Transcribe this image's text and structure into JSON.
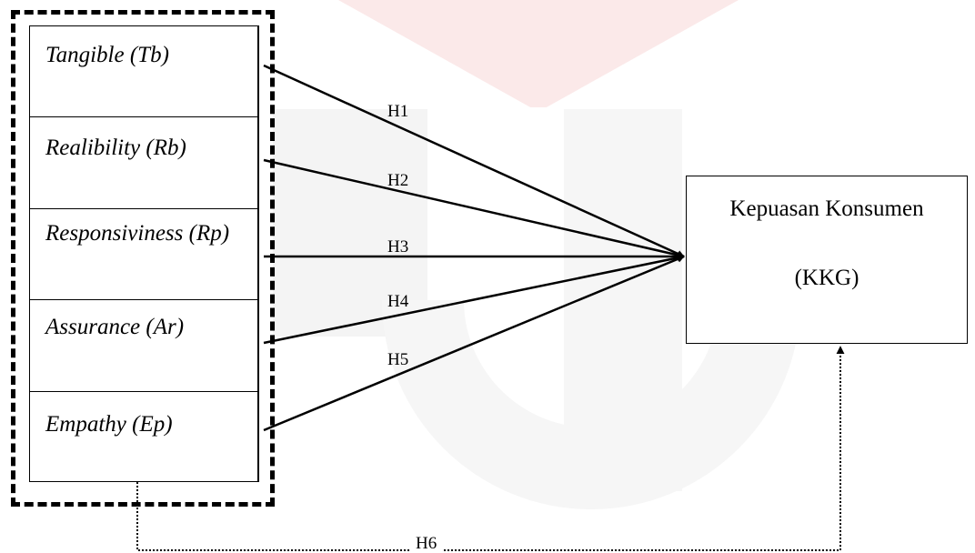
{
  "dimensions": [
    {
      "name": "Tangible (Tb)"
    },
    {
      "name": "Realibility (Rb)"
    },
    {
      "name": "Responsiviness (Rp)"
    },
    {
      "name": "Assurance (Ar)"
    },
    {
      "name": "Empathy (Ep)"
    }
  ],
  "outcome": {
    "title": "Kepuasan Konsumen",
    "code": "(KKG)"
  },
  "hypotheses": [
    "H1",
    "H2",
    "H3",
    "H4",
    "H5",
    "H6"
  ]
}
